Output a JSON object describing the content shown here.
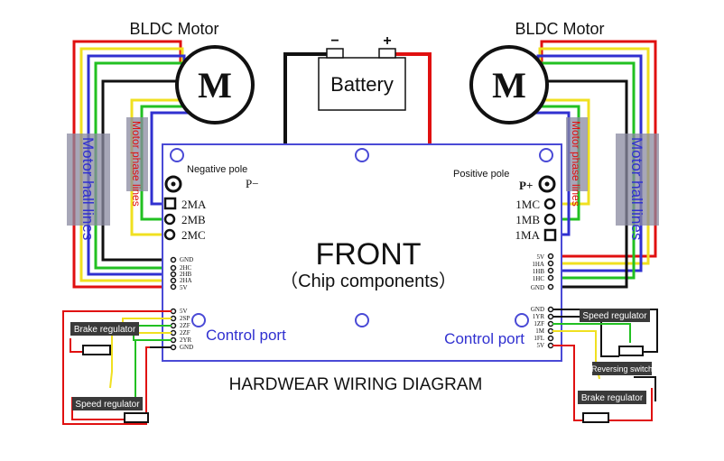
{
  "title": "HARDWEAR WIRING DIAGRAM",
  "front": {
    "title": "FRONT",
    "subtitle": "（Chip components）"
  },
  "battery": {
    "label": "Battery",
    "negative_sign": "−",
    "positive_sign": "+"
  },
  "poles": {
    "negative": "Negative pole",
    "positive": "Positive pole",
    "p_minus": "P−",
    "p_plus": "P+"
  },
  "motors": {
    "left": {
      "title": "BLDC Motor",
      "symbol": "M",
      "hall_label": "Motor hall lines",
      "phase_label": "Motor phase lines"
    },
    "right": {
      "title": "BLDC Motor",
      "symbol": "M",
      "hall_label": "Motor hall lines",
      "phase_label": "Motor phase lines"
    }
  },
  "phase_terminals": {
    "left": [
      "2MA",
      "2MB",
      "2MC"
    ],
    "right": [
      "1MC",
      "1MB",
      "1MA"
    ]
  },
  "hall_pins": {
    "left": [
      "GND",
      "2HC",
      "2HB",
      "2HA",
      "5V"
    ],
    "right": [
      "5V",
      "1HA",
      "1HB",
      "1HC",
      "GND"
    ]
  },
  "control_pins": {
    "left": [
      "5V",
      "2SP",
      "2ZF",
      "2ZF",
      "2YR",
      "GND"
    ],
    "right": [
      "GND",
      "1YR",
      "1ZF",
      "1M",
      "1FL",
      "5V"
    ]
  },
  "control_port_label": "Control port",
  "regulators": {
    "left_brake": "Brake regulator",
    "left_speed": "Speed regulator",
    "right_speed": "Speed regulator",
    "right_reverse": "Reversing switch",
    "right_brake": "Brake regulator"
  },
  "colors": {
    "board_outline": "#4a4ad6",
    "red": "#e01010",
    "yellow": "#f0e020",
    "green": "#22c022",
    "blue": "#3030d0",
    "black": "#111111",
    "label_bg": "#3a3a3a",
    "hall_band": "#8a8aa0"
  }
}
